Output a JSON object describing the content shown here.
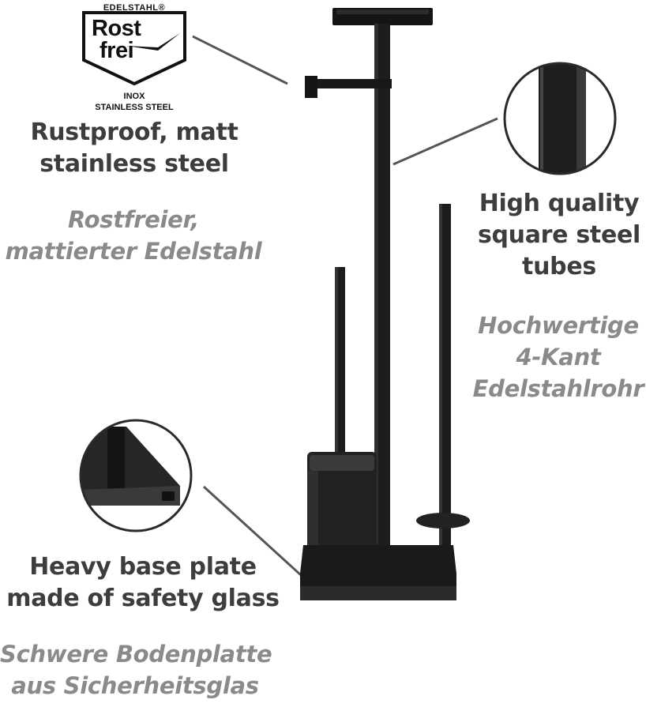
{
  "logo": {
    "top_text": "EDELSTAHL",
    "registered_mark": "®",
    "word_1": "Rost",
    "word_2": "frei",
    "line_1": "INOX",
    "line_2": "STAINLESS STEEL"
  },
  "features": {
    "rustproof": {
      "en": [
        "Rustproof, matt",
        "stainless steel"
      ],
      "de": [
        "Rostfreier,",
        "mattierter Edelstahl"
      ]
    },
    "tubes": {
      "en": [
        "High quality",
        "square steel",
        "tubes"
      ],
      "de": [
        "Hochwertige",
        "4-Kant",
        "Edelstahlrohr"
      ]
    },
    "base": {
      "en": [
        "Heavy base plate",
        "made of safety glass"
      ],
      "de": [
        "Schwere Bodenplatte",
        "aus Sicherheitsglas"
      ]
    }
  },
  "colors": {
    "primary_text": "#3d3d3d",
    "secondary_text": "#8a8a8a",
    "product": "#1c1c1c"
  }
}
